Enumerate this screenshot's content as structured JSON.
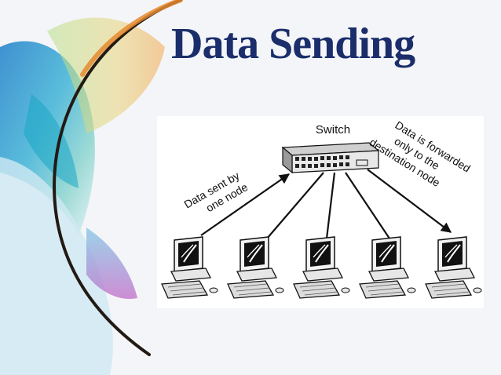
{
  "slide": {
    "title": "Data Sending"
  },
  "diagram": {
    "switch_label": "Switch",
    "left_annotation": [
      "Data sent by",
      "one node"
    ],
    "right_annotation": [
      "Data is forwarded",
      "only to the",
      "destination node"
    ],
    "computer_count": 5
  },
  "colors": {
    "title": "#1b2e6b",
    "background": "#f4f5f8",
    "diagram_ink": "#111111"
  }
}
